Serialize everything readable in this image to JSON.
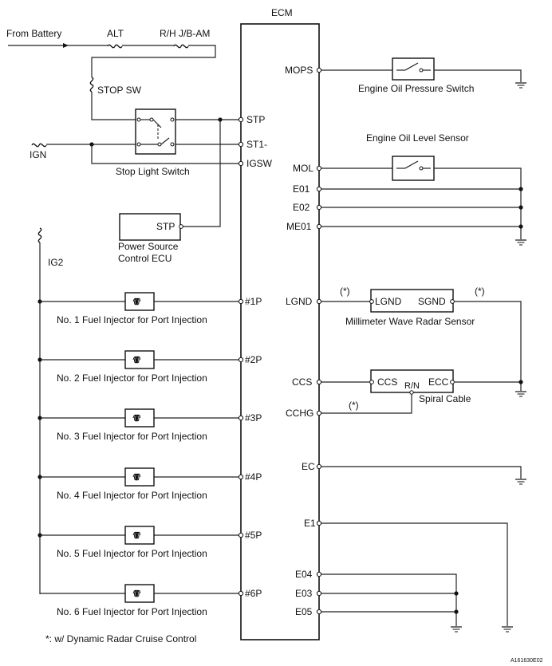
{
  "ecm_title": "ECM",
  "from_battery": "From Battery",
  "alt": "ALT",
  "rh_jb_am": "R/H J/B-AM",
  "stop_sw": "STOP SW",
  "ign": "IGN",
  "stop_light_switch": "Stop Light Switch",
  "ig2": "IG2",
  "power_source_ecu": {
    "pin": "STP",
    "line1": "Power Source",
    "line2": "Control ECU"
  },
  "left_pins": {
    "stp": "STP",
    "st1": "ST1-",
    "igsw": "IGSW"
  },
  "injectors": [
    {
      "pin": "#1P",
      "label": "No. 1 Fuel Injector for Port Injection"
    },
    {
      "pin": "#2P",
      "label": "No. 2 Fuel Injector for Port Injection"
    },
    {
      "pin": "#3P",
      "label": "No. 3 Fuel Injector for Port Injection"
    },
    {
      "pin": "#4P",
      "label": "No. 4 Fuel Injector for Port Injection"
    },
    {
      "pin": "#5P",
      "label": "No. 5 Fuel Injector for Port Injection"
    },
    {
      "pin": "#6P",
      "label": "No. 6 Fuel Injector for Port Injection"
    }
  ],
  "right_pins": {
    "mops": "MOPS",
    "mol": "MOL",
    "e01": "E01",
    "e02": "E02",
    "me01": "ME01",
    "lgnd": "LGND",
    "ccs": "CCS",
    "cchg": "CCHG",
    "ec": "EC",
    "e1": "E1",
    "e04": "E04",
    "e03": "E03",
    "e05": "E05"
  },
  "oil_pressure_switch": "Engine Oil Pressure Switch",
  "oil_level_sensor": "Engine Oil Level Sensor",
  "radar": {
    "lgnd": "LGND",
    "sgnd": "SGND",
    "label": "Millimeter Wave Radar Sensor"
  },
  "spiral": {
    "ccs": "CCS",
    "rn": "R/N",
    "ecc": "ECC",
    "label": "Spiral Cable"
  },
  "asterisk": "(*)",
  "footnote": "*: w/ Dynamic Radar Cruise Control",
  "figure_code": "A161630E02"
}
